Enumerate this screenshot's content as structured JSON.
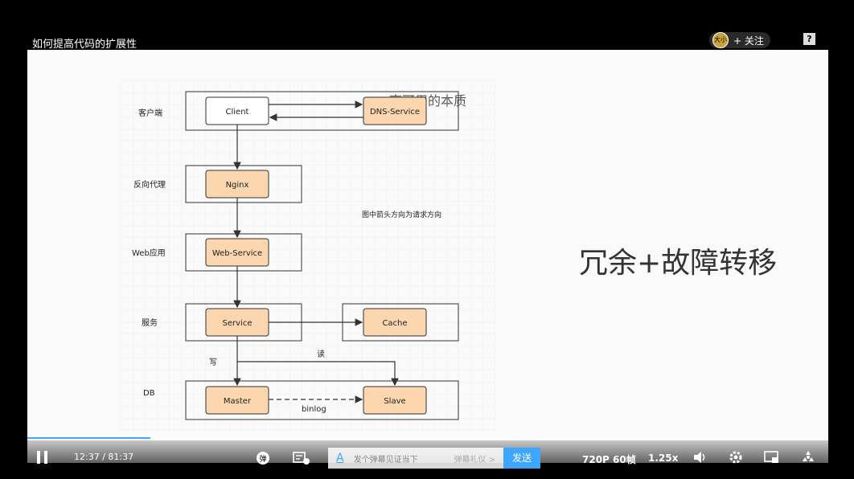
{
  "window": {
    "title": "如何提高代码的扩展性"
  },
  "follow": {
    "avatar_text": "大小",
    "label": "+ 关注"
  },
  "help_icon_text": "?",
  "slide": {
    "title": "高可用的本质",
    "big_text": "冗余+故障转移",
    "note": "图中箭头方向为请求方向",
    "rows": [
      "客户端",
      "反向代理",
      "Web应用",
      "服务",
      "DB"
    ],
    "boxes": {
      "client": "Client",
      "dns": "DNS-Service",
      "nginx": "Nginx",
      "web": "Web-Service",
      "service": "Service",
      "cache": "Cache",
      "master": "Master",
      "slave": "Slave"
    },
    "edge_labels": {
      "write": "写",
      "read": "读",
      "binlog": "binlog"
    }
  },
  "player": {
    "time": "12:37 / 81:37",
    "progress": 0.154,
    "danmu_placeholder": "发个弹幕见证当下",
    "danmu_extra": "弹幕礼仪 >",
    "send_label": "发送",
    "quality": "720P 60帧",
    "speed": "1.25x",
    "colors": {
      "accent": "#3ea6ff",
      "box_fill": "#fbd6ae"
    }
  }
}
